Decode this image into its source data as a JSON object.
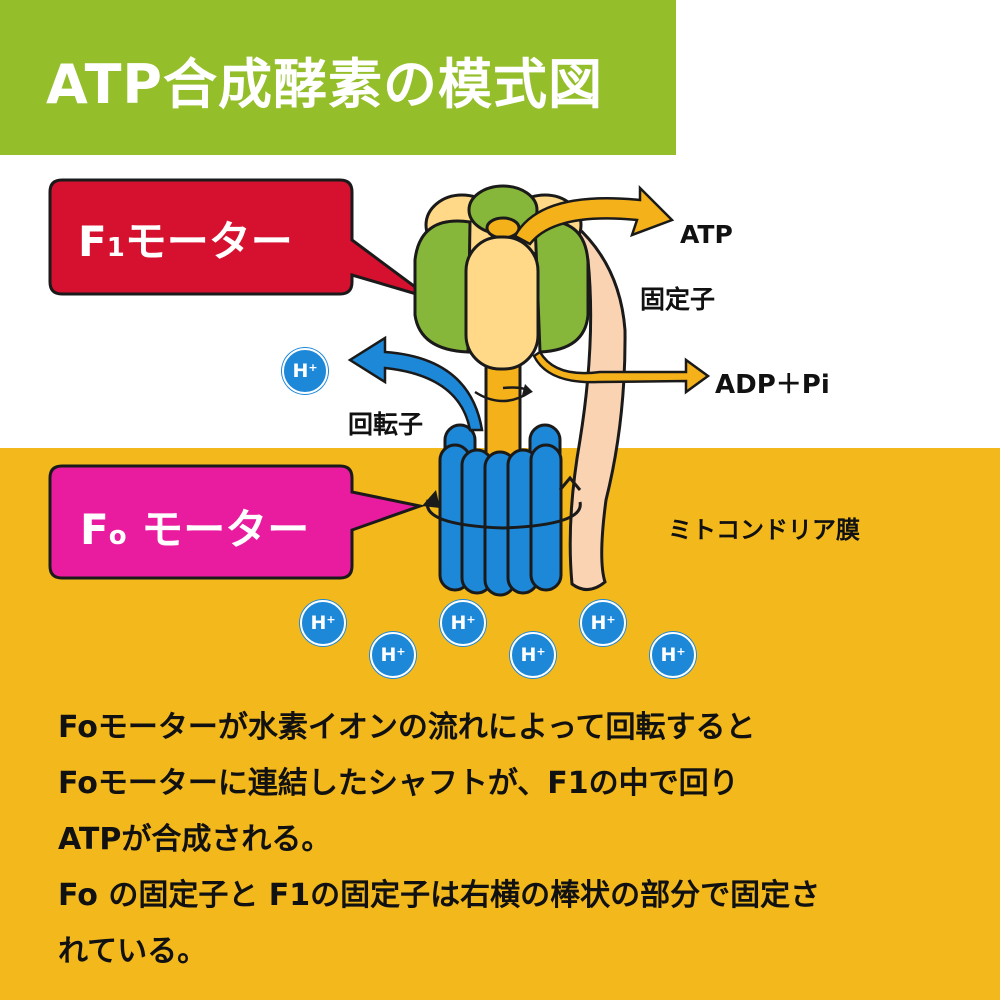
{
  "title": "ATP合成酵素の模式図",
  "labels": {
    "f1_motor_main": "F",
    "f1_motor_sub": "1",
    "f1_motor_rest": "モーター",
    "fo_motor_main": "F",
    "fo_motor_sub": "o",
    "fo_motor_rest": " モーター",
    "atp": "ATP",
    "stator": "固定子",
    "adp_pi": "ADP＋Pi",
    "rotor": "回転子",
    "membrane": "ミトコンドリア膜",
    "h_ion": "H",
    "h_ion_charge": "+"
  },
  "description": [
    "Foモーターが水素イオンの流れによって回転すると",
    "Foモーターに連結したシャフトが、F1の中で回り",
    "ATPが合成される。",
    "Fo の固定子と F1の固定子は右横の棒状の部分で固定さ",
    "れている。"
  ],
  "colors": {
    "title_band": "#94bf2a",
    "membrane": "#f2b81c",
    "f1_callout": "#d6102f",
    "fo_callout": "#e91ca0",
    "f1_head": "#87b73a",
    "shaft": "#f4b11a",
    "rotor_blue": "#1e88d8",
    "stator_pink": "#fad3b2"
  }
}
